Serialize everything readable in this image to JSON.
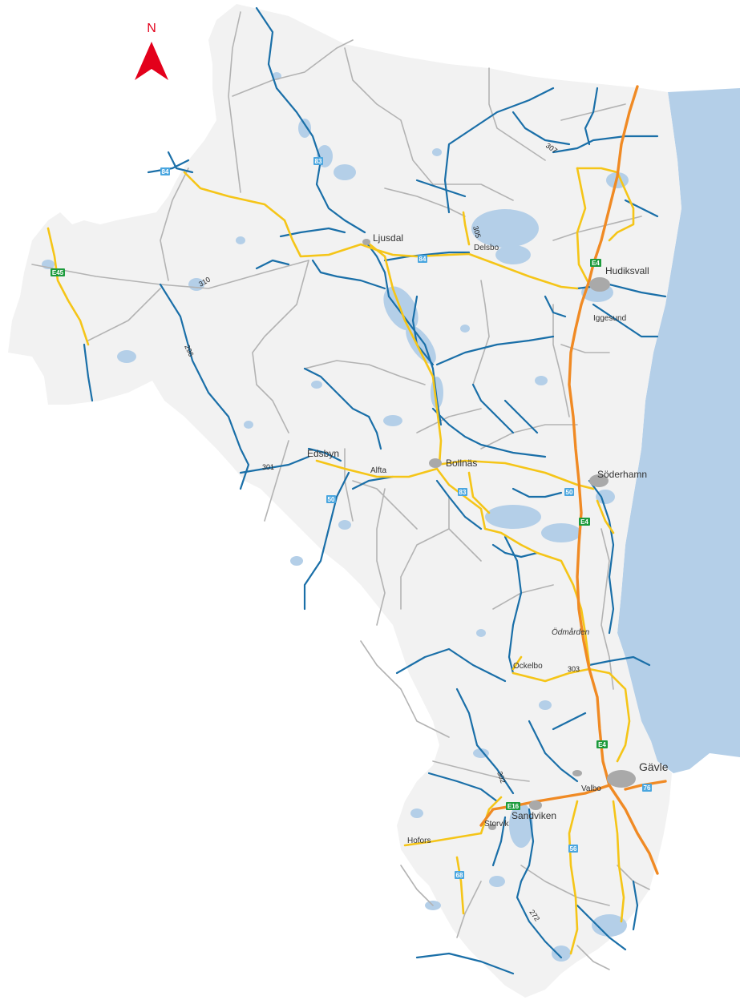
{
  "map": {
    "north_label": "N",
    "colors": {
      "land": "#f2f2f2",
      "sea": "#b4cfe8",
      "lake": "#b4cfe8",
      "european_road": "#f08a24",
      "national_road": "#f5c518",
      "primary_regional": "#1a6fa8",
      "secondary_road": "#b3b3b3",
      "urban_area": "#a9a9a9",
      "north_arrow": "#e3001b",
      "shield_green": "#1c9b3c",
      "shield_blue": "#4aa6df"
    },
    "towns": {
      "ljusdal": "Ljusdal",
      "delsbo": "Delsbo",
      "hudiksvall": "Hudiksvall",
      "iggesund": "Iggesund",
      "edsbyn": "Edsbyn",
      "alfta": "Alfta",
      "bollnas": "Bollnäs",
      "soderhamn": "Söderhamn",
      "odmarden": "Ödmården",
      "ockelbo": "Ockelbo",
      "gavle": "Gävle",
      "valbo": "Valbo",
      "sandviken": "Sandviken",
      "storvik": "Storvik",
      "hofors": "Hofors"
    },
    "road_numbers": {
      "r310": "310",
      "r296": "296",
      "r301": "301",
      "r305": "305",
      "r307": "307",
      "r303": "303",
      "r302": "302",
      "r272": "272"
    },
    "shields": {
      "e45": "E45",
      "e4_north": "E4",
      "e4_mid": "E4",
      "e4_south": "E4",
      "e16": "E16",
      "s84_west": "84",
      "s84_mid": "84",
      "s83_north": "83",
      "s83_south": "83",
      "s50_north": "50",
      "s50_south": "50",
      "s56": "56",
      "s68": "68",
      "s76": "76"
    }
  }
}
